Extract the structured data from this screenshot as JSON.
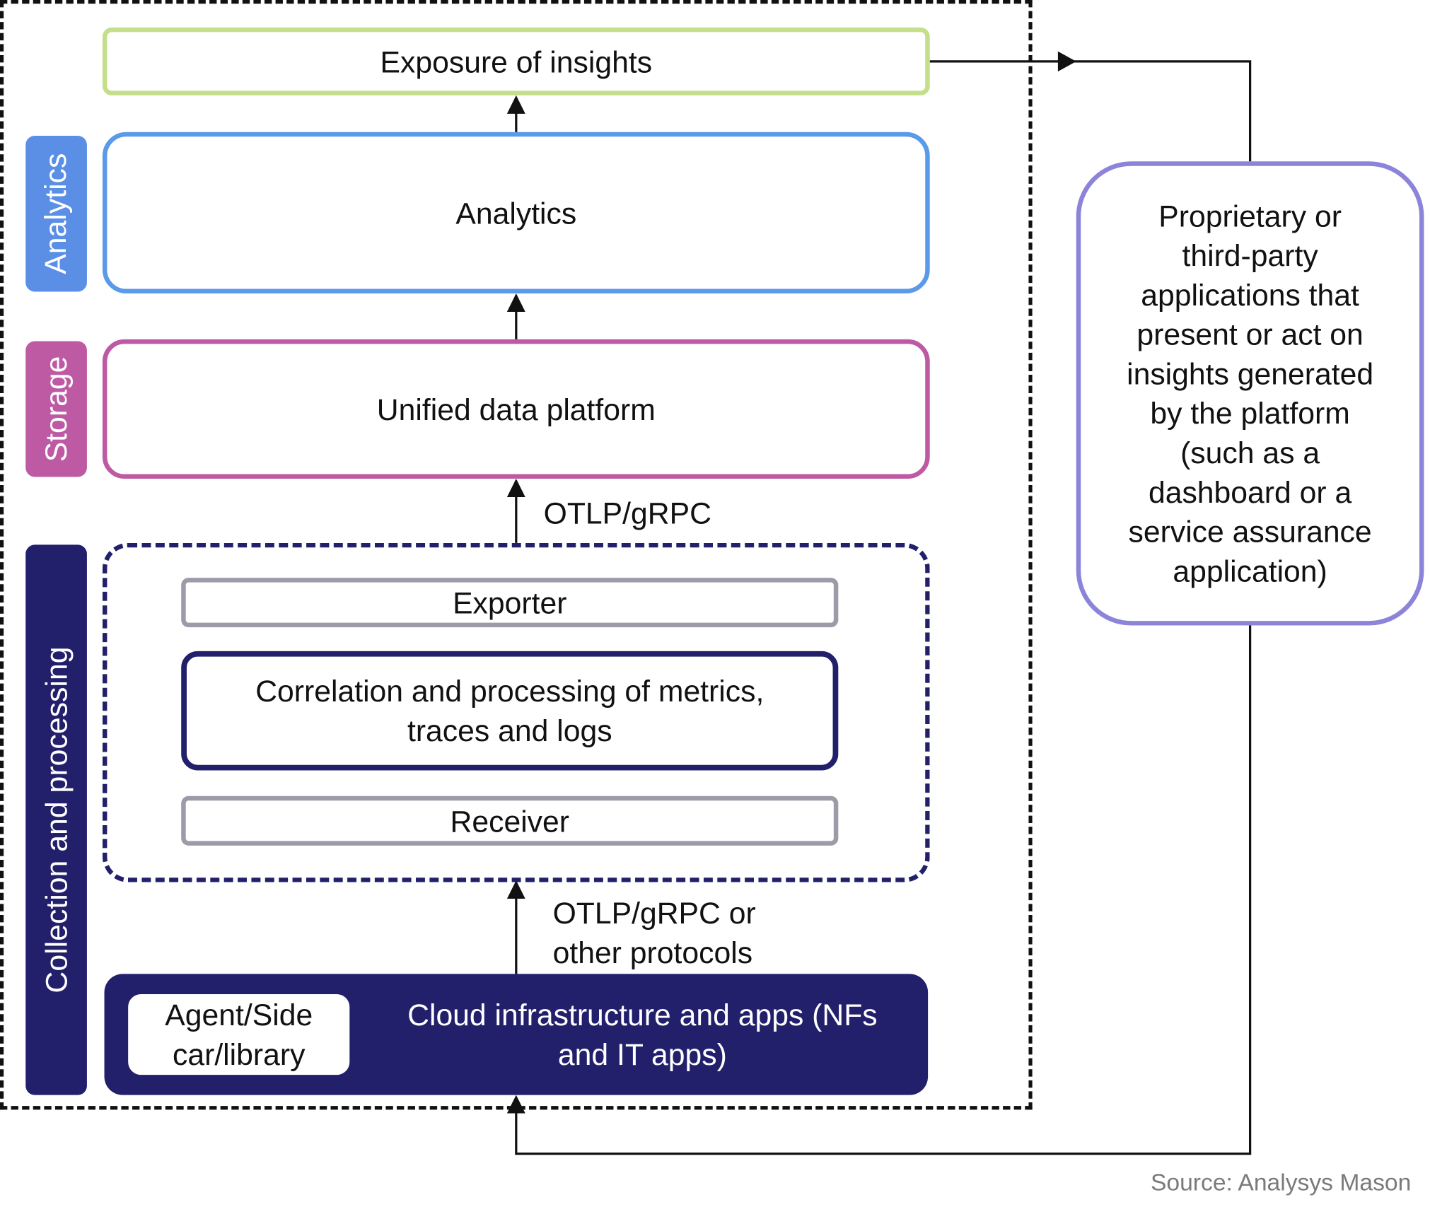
{
  "layers": {
    "analytics": "Analytics",
    "storage": "Storage",
    "collection": "Collection and processing"
  },
  "boxes": {
    "exposure": "Exposure of insights",
    "analytics": "Analytics",
    "unified_platform": "Unified data platform",
    "exporter": "Exporter",
    "correlation_line1": "Correlation and processing of metrics,",
    "correlation_line2": "traces and logs",
    "receiver": "Receiver",
    "agent_line1": "Agent/Side",
    "agent_line2": "car/library",
    "cloud_line1": "Cloud infrastructure and apps (NFs",
    "cloud_line2": "and IT apps)"
  },
  "protocols": {
    "upper": "OTLP/gRPC",
    "lower_line1": "OTLP/gRPC or",
    "lower_line2": "other protocols"
  },
  "applications": {
    "lines": [
      "Proprietary or",
      "third-party",
      "applications that",
      "present or act on",
      "insights generated",
      "by the platform",
      "(such as a",
      "dashboard or a",
      "service assurance",
      "application)"
    ]
  },
  "source": "Source: Analysys Mason",
  "colors": {
    "navy": "#22206b",
    "analytics_blue": "#5b9ae8",
    "storage_magenta": "#bd5aa3",
    "exposure_green": "#c5de8a",
    "apps_purple": "#8c84d9",
    "component_gray": "#9e9aa8"
  }
}
